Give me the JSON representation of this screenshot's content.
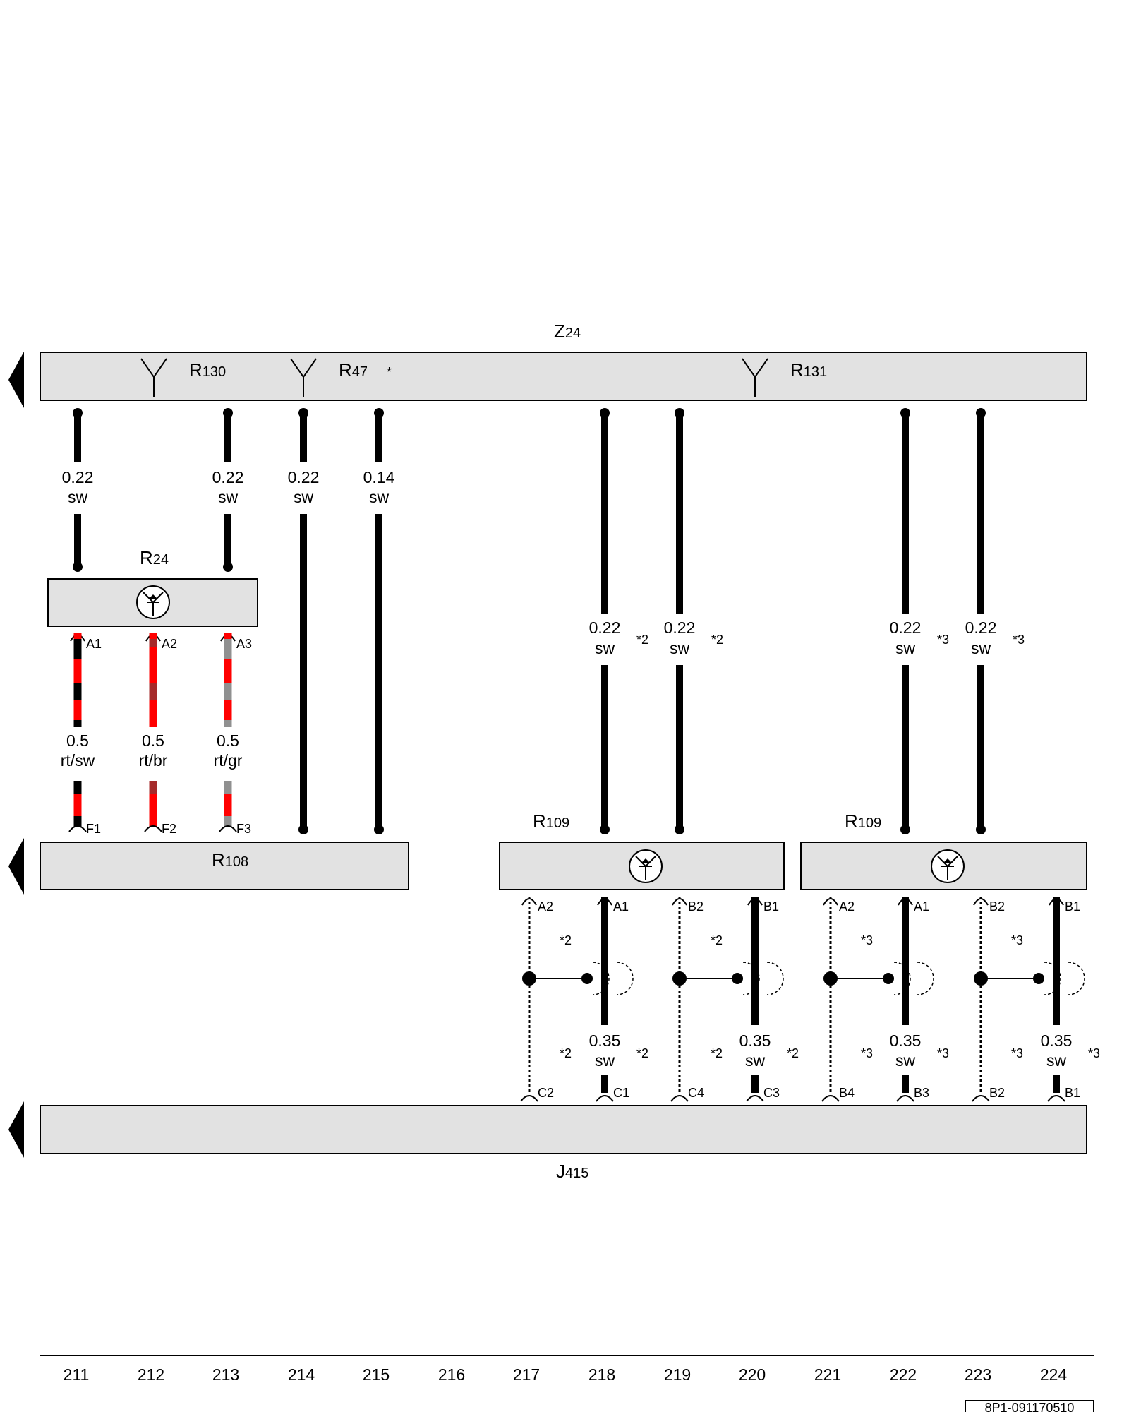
{
  "title": {
    "prefix": "Z",
    "sub": "24"
  },
  "components": {
    "r130": {
      "prefix": "R",
      "sub": "130"
    },
    "r47": {
      "prefix": "R",
      "sub": "47",
      "asterisk": "*"
    },
    "r131": {
      "prefix": "R",
      "sub": "131"
    },
    "r24": {
      "prefix": "R",
      "sub": "24"
    },
    "r108": {
      "prefix": "R",
      "sub": "108"
    },
    "r109_left": {
      "prefix": "R",
      "sub": "109"
    },
    "r109_right": {
      "prefix": "R",
      "sub": "109"
    },
    "j415": {
      "prefix": "J",
      "sub": "415"
    }
  },
  "wires_upper": [
    {
      "size": "0.22",
      "color": "sw"
    },
    {
      "size": "0.22",
      "color": "sw"
    },
    {
      "size": "0.22",
      "color": "sw"
    },
    {
      "size": "0.14",
      "color": "sw"
    },
    {
      "size": "0.22",
      "color": "sw",
      "note": "*2"
    },
    {
      "size": "0.22",
      "color": "sw",
      "note": "*2"
    },
    {
      "size": "0.22",
      "color": "sw",
      "note": "*3"
    },
    {
      "size": "0.22",
      "color": "sw",
      "note": "*3"
    }
  ],
  "wires_r24": [
    {
      "size": "0.5",
      "color": "rt/sw",
      "top_pin": "A1",
      "bottom_pin": "F1",
      "stripe_hex": "#000000"
    },
    {
      "size": "0.5",
      "color": "rt/br",
      "top_pin": "A2",
      "bottom_pin": "F2",
      "stripe_hex": "#a52a2a"
    },
    {
      "size": "0.5",
      "color": "rt/gr",
      "top_pin": "A3",
      "bottom_pin": "F3",
      "stripe_hex": "#909090"
    }
  ],
  "wires_lower": [
    {
      "size": "0.35",
      "color": "sw",
      "note": "*2",
      "top_pin": "A1",
      "bottom_pin": "C1"
    },
    {
      "size": "0.35",
      "color": "sw",
      "note": "*2",
      "top_pin": "B1",
      "bottom_pin": "C3"
    },
    {
      "size": "0.35",
      "color": "sw",
      "note": "*3",
      "top_pin": "A1",
      "bottom_pin": "B3"
    },
    {
      "size": "0.35",
      "color": "sw",
      "note": "*3",
      "top_pin": "B1",
      "bottom_pin": "B1"
    }
  ],
  "shields": [
    {
      "top_pin": "A2",
      "bottom_pin": "C2",
      "note_top": "*2",
      "note_bottom": "*2"
    },
    {
      "top_pin": "B2",
      "bottom_pin": "C4",
      "note_top": "*2",
      "note_bottom": "*2"
    },
    {
      "top_pin": "A2",
      "bottom_pin": "B4",
      "note_top": "*3",
      "note_bottom": "*3"
    },
    {
      "top_pin": "B2",
      "bottom_pin": "B2",
      "note_top": "*3",
      "note_bottom": "*3"
    }
  ],
  "columns": [
    "211",
    "212",
    "213",
    "214",
    "215",
    "216",
    "217",
    "218",
    "219",
    "220",
    "221",
    "222",
    "223",
    "224"
  ],
  "doc_id": "8P1-091170510",
  "colors": {
    "red": "#ff0000",
    "box_fill": "#e2e2e2",
    "wire": "#000000"
  }
}
